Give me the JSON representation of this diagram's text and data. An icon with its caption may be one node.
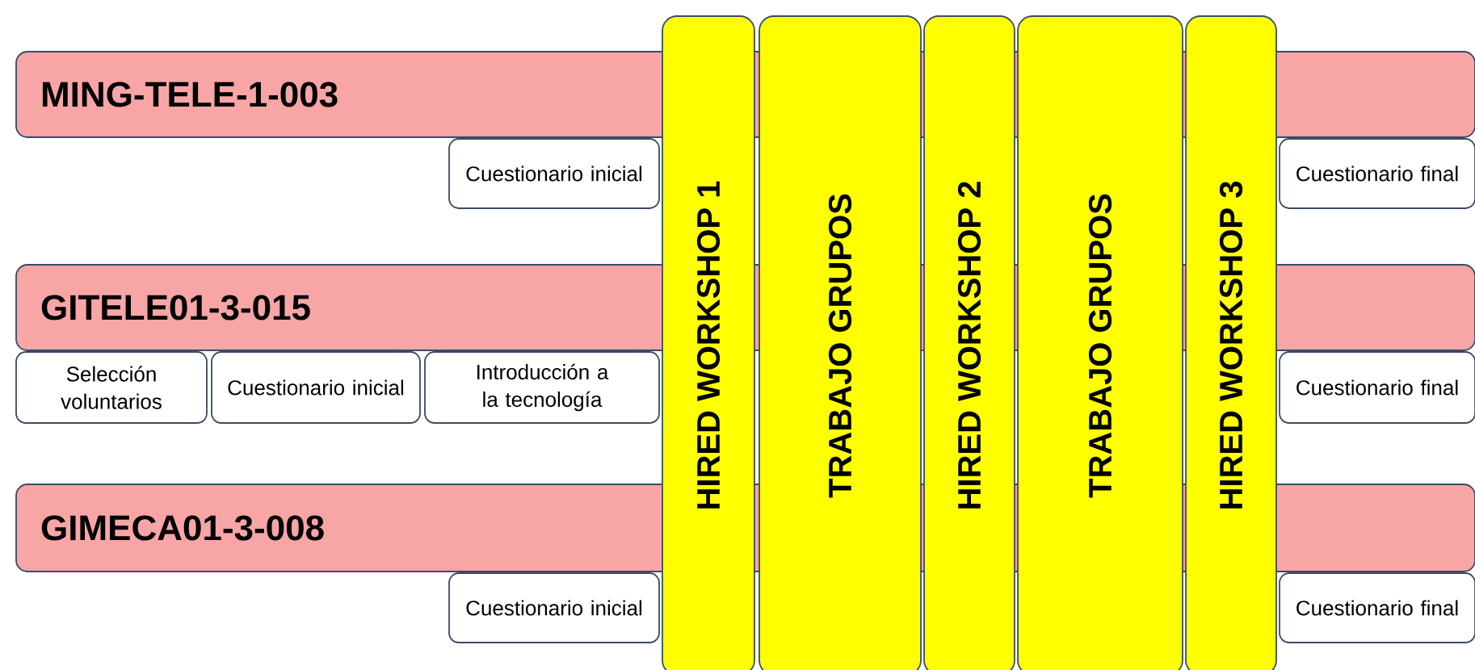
{
  "diagram": {
    "nodes": [
      {
        "text": [
          "MING-TELE-1-003"
        ]
      },
      {
        "text": [
          "Cuestionario inicial"
        ]
      },
      {
        "text": [
          "GITELE01-3-015"
        ]
      },
      {
        "text": [
          "Selección voluntarios"
        ]
      },
      {
        "text": [
          "Cuestionario inicial"
        ]
      },
      {
        "text": [
          "Introducción a la tecnología"
        ]
      },
      {
        "text": [
          "GIMECA01-3-008"
        ]
      },
      {
        "text": [
          "Cuestionario inicial"
        ]
      },
      {
        "text": [
          "HIRED WORKSHOP 1"
        ]
      },
      {
        "text": [
          "TRABAJO GRUPOS"
        ]
      },
      {
        "text": [
          "HIRED WORKSHOP 2"
        ]
      },
      {
        "text": [
          "TRABAJO GRUPOS"
        ]
      },
      {
        "text": [
          "HIRED WORKSHOP 3"
        ]
      },
      {
        "text": [
          "Cuestionario final"
        ]
      },
      {
        "text": [
          "Cuestionario final"
        ]
      },
      {
        "text": [
          "Cuestionario final"
        ]
      }
    ]
  }
}
